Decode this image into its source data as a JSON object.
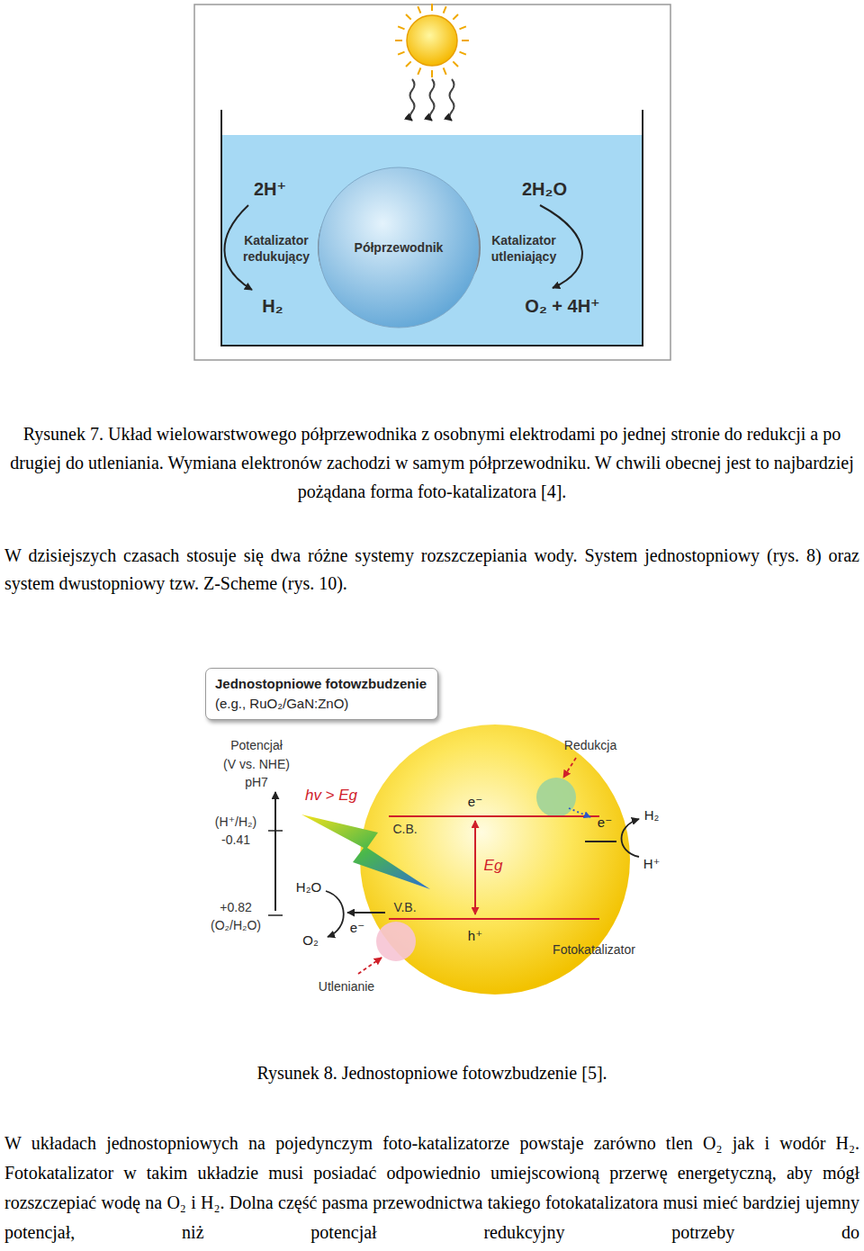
{
  "diagram": {
    "nodes": [
      {
        "text": [
          "Półprzewodnik"
        ]
      },
      {
        "text": [
          "Jednostopniowe fotowzbudzenie",
          "(e.g., RuO₂/GaN:ZnO)"
        ]
      }
    ],
    "labels": [
      "2H⁺",
      "2H₂O",
      "Katalizator redukujący",
      "Katalizator utleniający",
      "H₂",
      "O₂ + 4H⁺",
      "Rysunek 7. Układ wielowarstwowego półprzewodnika z osobnymi elektrodami po jednej stronie do redukcji a po drugiej do utleniania. Wymiana elektronów zachodzi w samym półprzewodniku. W chwili obecnej jest to najbardziej pożądana forma foto-katalizatora [4].",
      "W dzisiejszych czasach stosuje się dwa różne systemy rozszczepiania wody. System jednostopniowy (rys. 8) oraz system dwustopniowy tzw. Z-Scheme (rys. 10).",
      "Potencjał",
      "(V vs. NHE)",
      "pH7",
      "hv > Eg",
      "(H⁺/H₂)",
      "-0.41",
      "+0.82",
      "(O₂/H₂O)",
      "H₂O",
      "O₂",
      "e⁻",
      "C.B.",
      "V.B.",
      "e⁻",
      "Eg",
      "h⁺",
      "Redukcja",
      "e⁻",
      "H₂",
      "H⁺",
      "Fotokatalizator",
      "Utlenianie",
      "Rysunek 8. Jednostopniowe fotowzbudzenie [5].",
      "W układach jednostopniowych na pojedynczym foto-katalizatorze powstaje zarówno tlen O₂ jak i wodór H₂. Fotokatalizator w takim układzie musi posiadać odpowiednio umiejscowioną przerwę energetyczną, aby mógł rozszczepiać wodę na O₂ i H₂. Dolna część pasma przewodnictwa takiego fotokatalizatora musi mieć bardziej ujemny potencjał, niż potencjał redukcyjny potrzeby do"
    ]
  }
}
